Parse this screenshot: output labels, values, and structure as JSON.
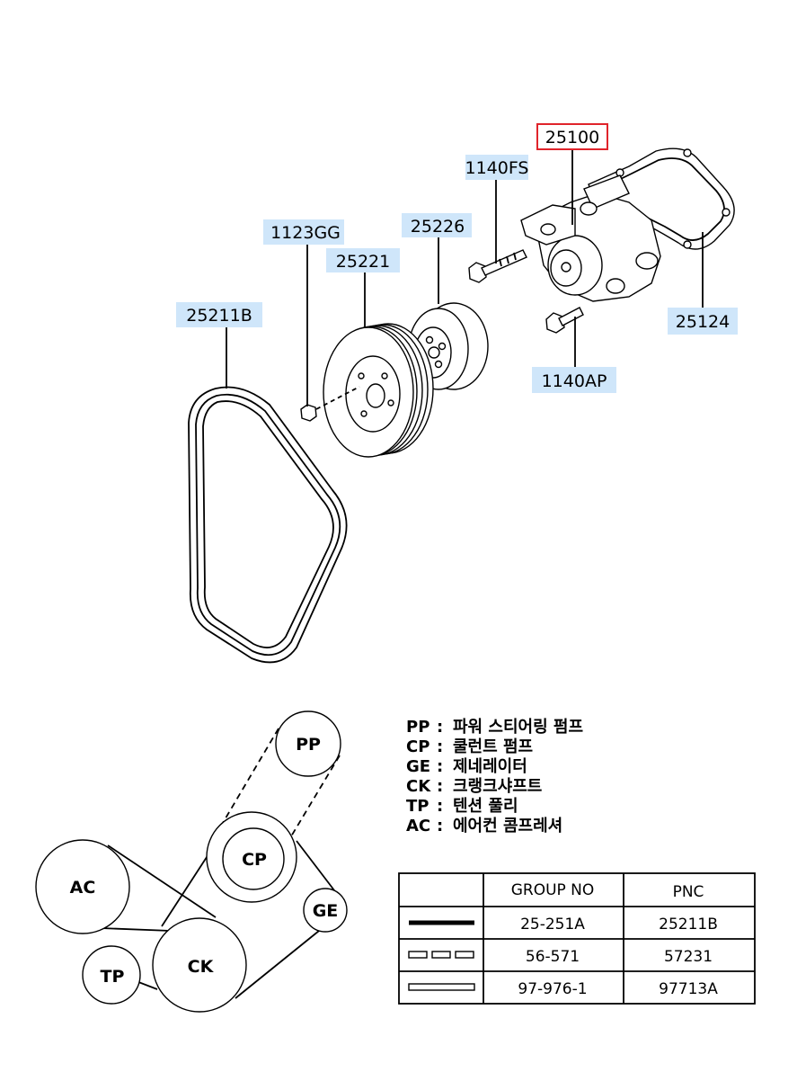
{
  "parts": [
    {
      "id": "p-25100",
      "number": "25100",
      "highlighted": true
    },
    {
      "id": "p-1140FS",
      "number": "1140FS",
      "highlighted": false
    },
    {
      "id": "p-1123GG",
      "number": "1123GG",
      "highlighted": false
    },
    {
      "id": "p-25226",
      "number": "25226",
      "highlighted": false
    },
    {
      "id": "p-25221",
      "number": "25221",
      "highlighted": false
    },
    {
      "id": "p-25211B",
      "number": "25211B",
      "highlighted": false
    },
    {
      "id": "p-25124",
      "number": "25124",
      "highlighted": false
    },
    {
      "id": "p-1140AP",
      "number": "1140AP",
      "highlighted": false
    }
  ],
  "pulleys": {
    "PP": "PP",
    "CP": "CP",
    "AC": "AC",
    "GE": "GE",
    "TP": "TP",
    "CK": "CK"
  },
  "legend": [
    {
      "code": "PP",
      "desc": "파워 스티어링 펌프"
    },
    {
      "code": "CP",
      "desc": "쿨런트 펌프"
    },
    {
      "code": "GE",
      "desc": "제네레이터"
    },
    {
      "code": "CK",
      "desc": "크랭크샤프트"
    },
    {
      "code": "TP",
      "desc": "텐션 풀리"
    },
    {
      "code": "AC",
      "desc": "에어컨 콤프레셔"
    }
  ],
  "legend_separator": ":",
  "table": {
    "headers": [
      "",
      "GROUP NO",
      "PNC"
    ],
    "rows": [
      {
        "line_style": "solid",
        "group_no": "25-251A",
        "pnc": "25211B"
      },
      {
        "line_style": "dashed",
        "group_no": "56-571",
        "pnc": "57231"
      },
      {
        "line_style": "double",
        "group_no": "97-976-1",
        "pnc": "97713A"
      }
    ]
  },
  "colors": {
    "highlight_border": "#e0242b",
    "callout_fill": "#cfe6fa"
  }
}
